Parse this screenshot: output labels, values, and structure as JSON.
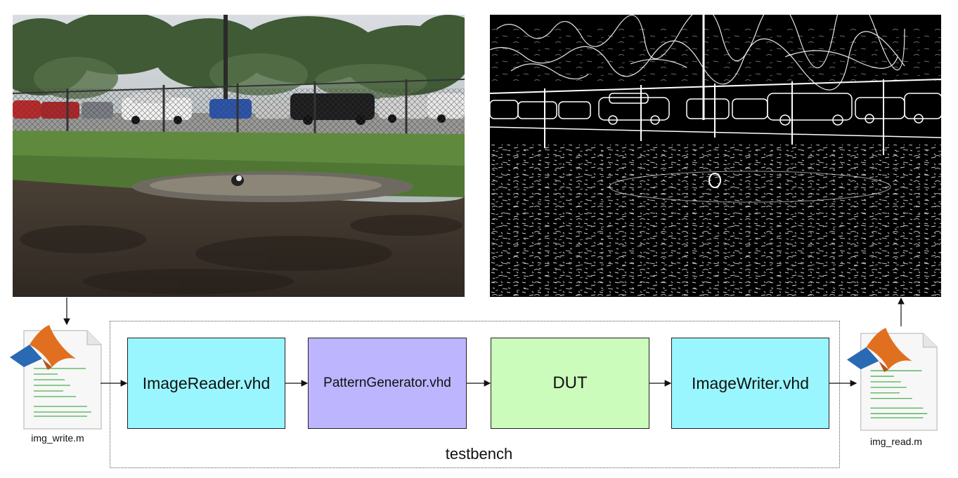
{
  "inputs": {
    "file_label": "img_write.m"
  },
  "outputs": {
    "file_label": "img_read.m"
  },
  "testbench": {
    "label": "testbench",
    "blocks": [
      {
        "id": "reader",
        "label": "ImageReader.vhd",
        "color": "#99f6ff"
      },
      {
        "id": "pattern",
        "label": "PatternGenerator.vhd",
        "color": "#bdb5fe"
      },
      {
        "id": "dut",
        "label": "DUT",
        "color": "#ccfcbc"
      },
      {
        "id": "writer",
        "label": "ImageWriter.vhd",
        "color": "#99f6ff"
      }
    ]
  },
  "colors": {
    "matlab_orange": "#e0701f",
    "matlab_blue": "#2a6ab4",
    "code_green": "#4caf50"
  }
}
